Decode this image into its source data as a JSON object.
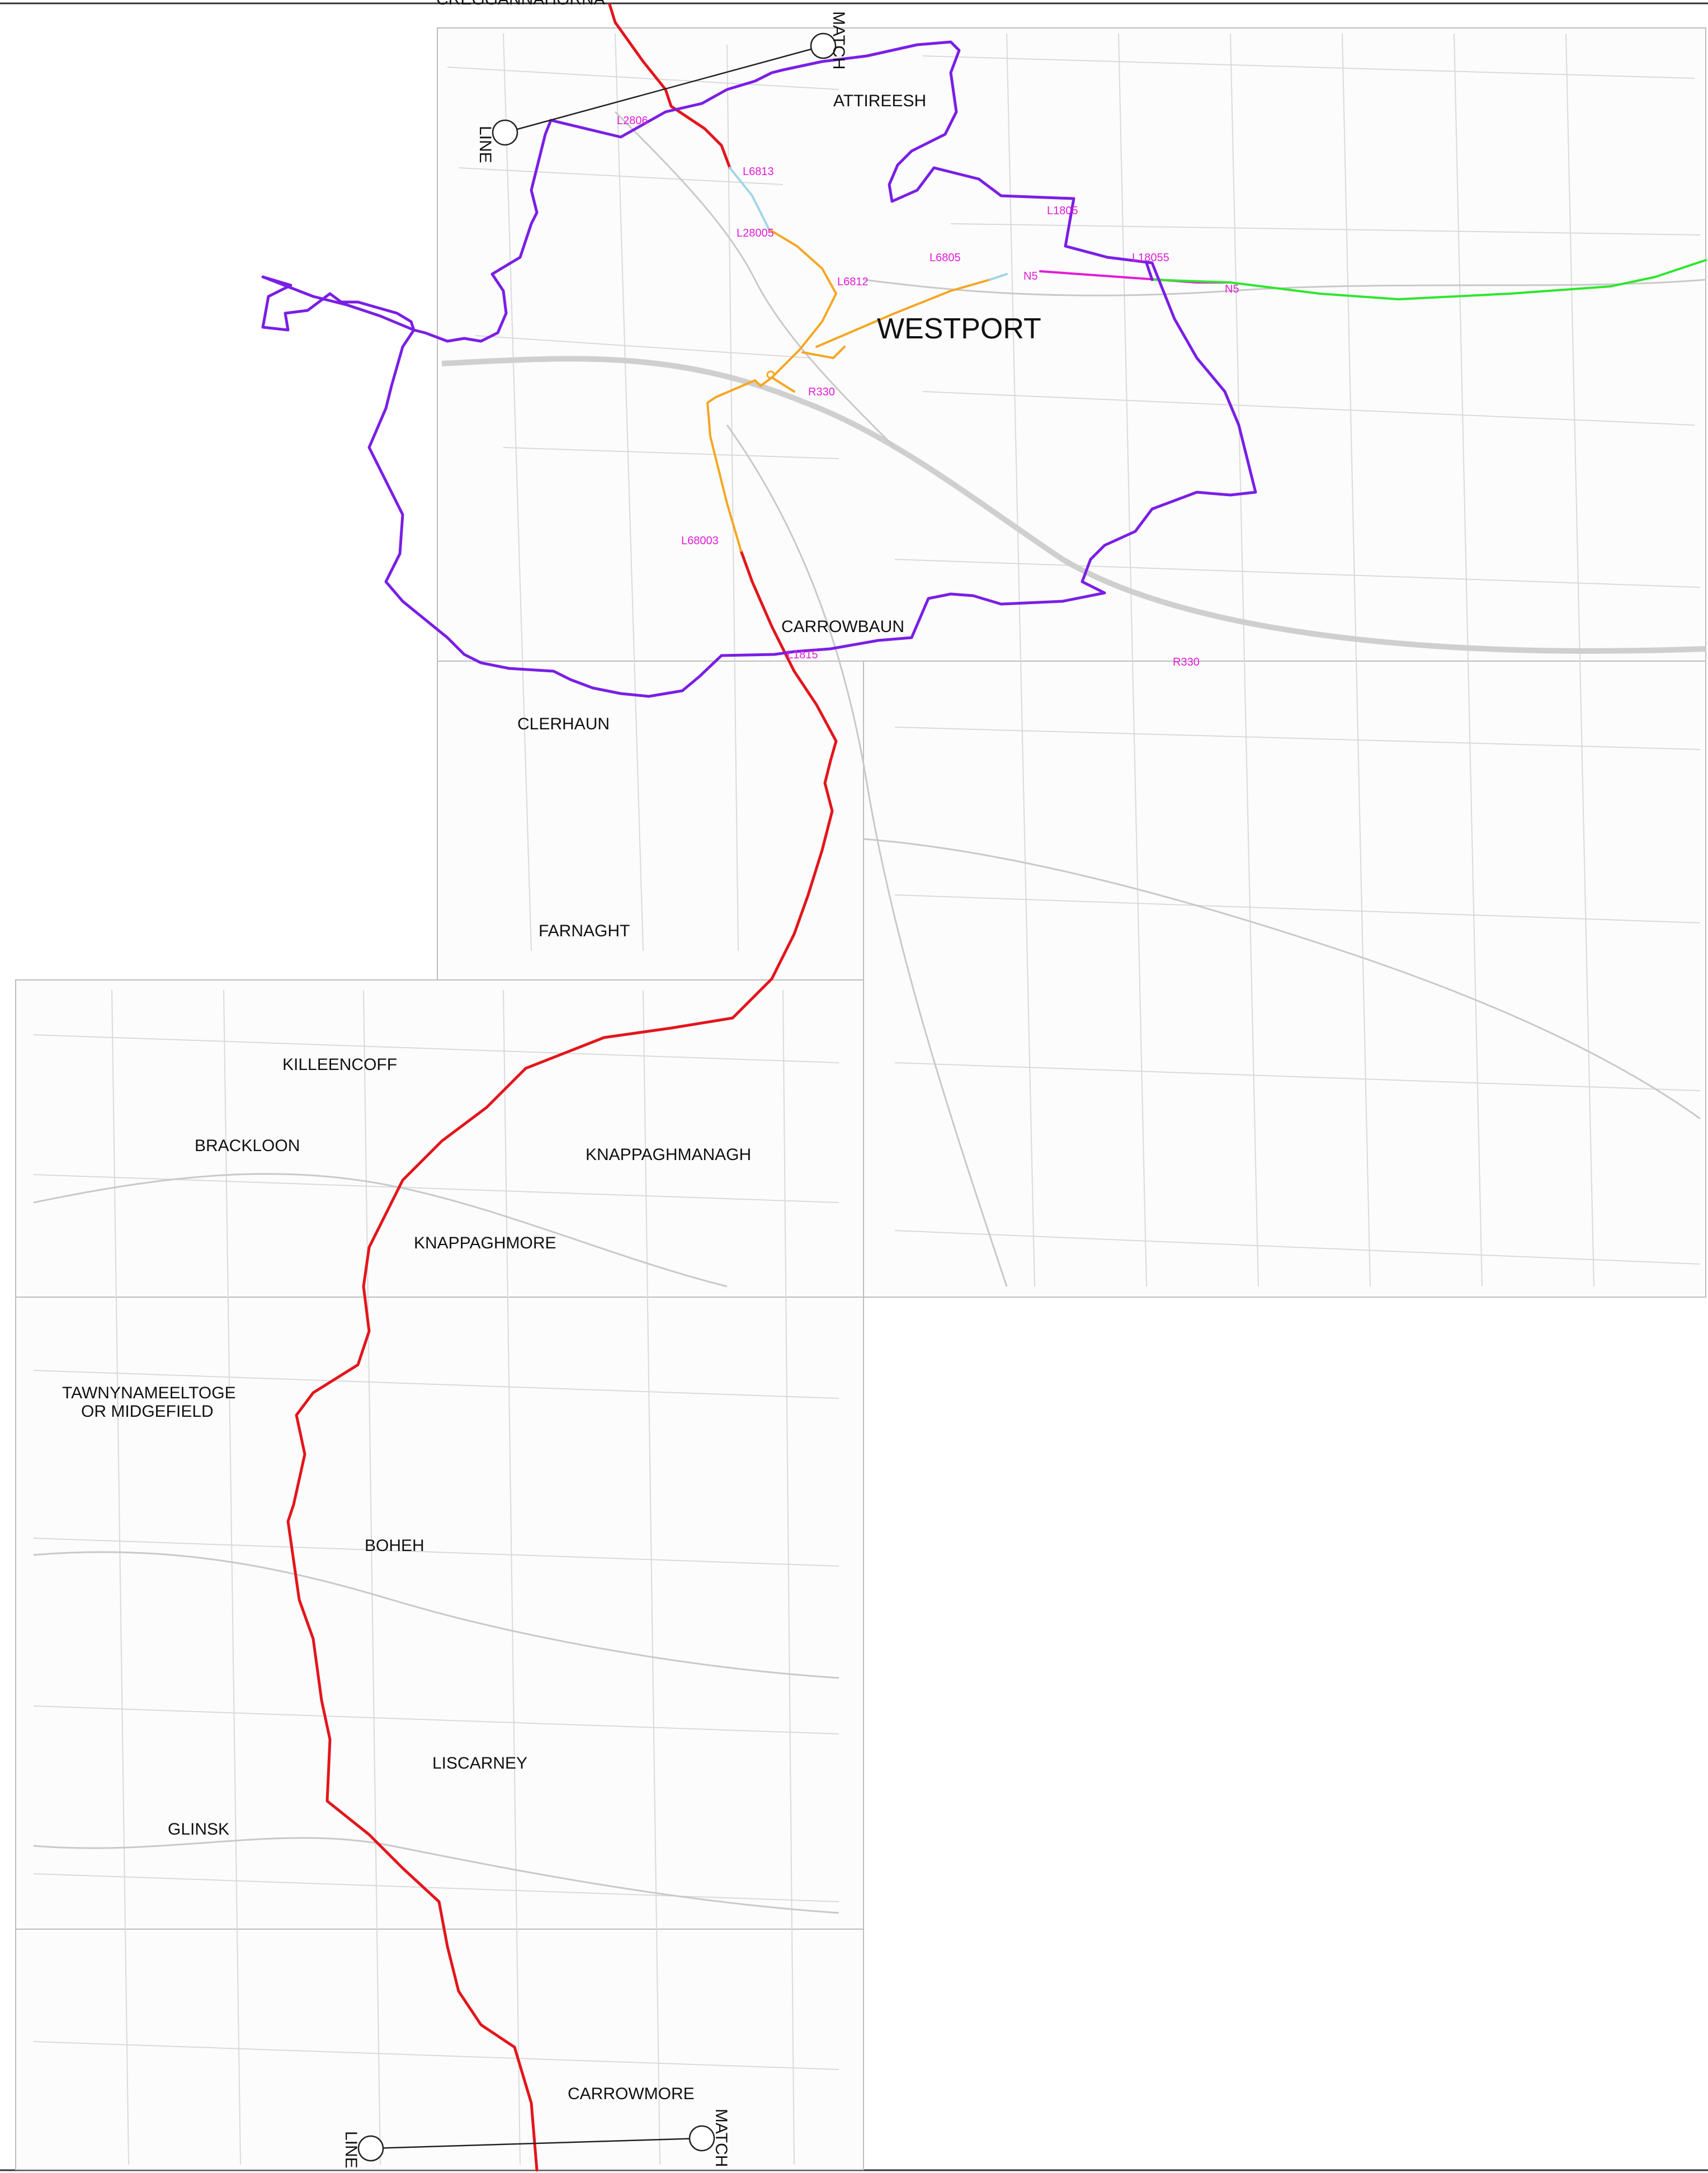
{
  "map": {
    "place_labels": [
      {
        "id": "attireesh",
        "text": "ATTIREESH"
      },
      {
        "id": "westport",
        "text": "WESTPORT"
      },
      {
        "id": "carrowbaun",
        "text": "CARROWBAUN"
      },
      {
        "id": "clerhaun",
        "text": "CLERHAUN"
      },
      {
        "id": "farnaght",
        "text": "FARNAGHT"
      },
      {
        "id": "killeencoff",
        "text": "KILLEENCOFF"
      },
      {
        "id": "brackloon",
        "text": "BRACKLOON"
      },
      {
        "id": "knappaghmanagh",
        "text": "KNAPPAGHMANAGH"
      },
      {
        "id": "knappaghmore",
        "text": "KNAPPAGHMORE"
      },
      {
        "id": "tawny1",
        "text": "TAWNYNAMEELTOGE"
      },
      {
        "id": "tawny2",
        "text": "OR MIDGEFIELD"
      },
      {
        "id": "boheh",
        "text": "BOHEH"
      },
      {
        "id": "liscarney",
        "text": "LISCARNEY"
      },
      {
        "id": "glinsk",
        "text": "GLINSK"
      },
      {
        "id": "carrowmore",
        "text": "CARROWMORE"
      },
      {
        "id": "top_cut",
        "text": "CREGGANNAHORNA"
      }
    ],
    "road_labels": [
      {
        "id": "l2806",
        "text": "L2806"
      },
      {
        "id": "l6813",
        "text": "L6813"
      },
      {
        "id": "l28005",
        "text": "L28005"
      },
      {
        "id": "l1805",
        "text": "L1805"
      },
      {
        "id": "l6805",
        "text": "L6805"
      },
      {
        "id": "n5a",
        "text": "N5"
      },
      {
        "id": "l18055",
        "text": "L18055"
      },
      {
        "id": "n5b",
        "text": "N5"
      },
      {
        "id": "l6812",
        "text": "L6812"
      },
      {
        "id": "r330a",
        "text": "R330"
      },
      {
        "id": "l68003",
        "text": "L68003"
      },
      {
        "id": "l1815",
        "text": "L1815"
      },
      {
        "id": "r330b",
        "text": "R330"
      }
    ],
    "match_lines": {
      "top": {
        "match": "MATCH",
        "line": "LINE"
      },
      "bottom": {
        "match": "MATCH",
        "line": "LINE"
      }
    },
    "colors": {
      "route_main": "#e3151b",
      "route_orange": "#f5a623",
      "route_purple": "#7a1ee6",
      "route_green": "#2ee62e",
      "route_cyan": "#9fd6e8",
      "route_magenta": "#e21bd8",
      "road_label": "#e21bd8",
      "base_map": "#c9c9c9"
    }
  }
}
